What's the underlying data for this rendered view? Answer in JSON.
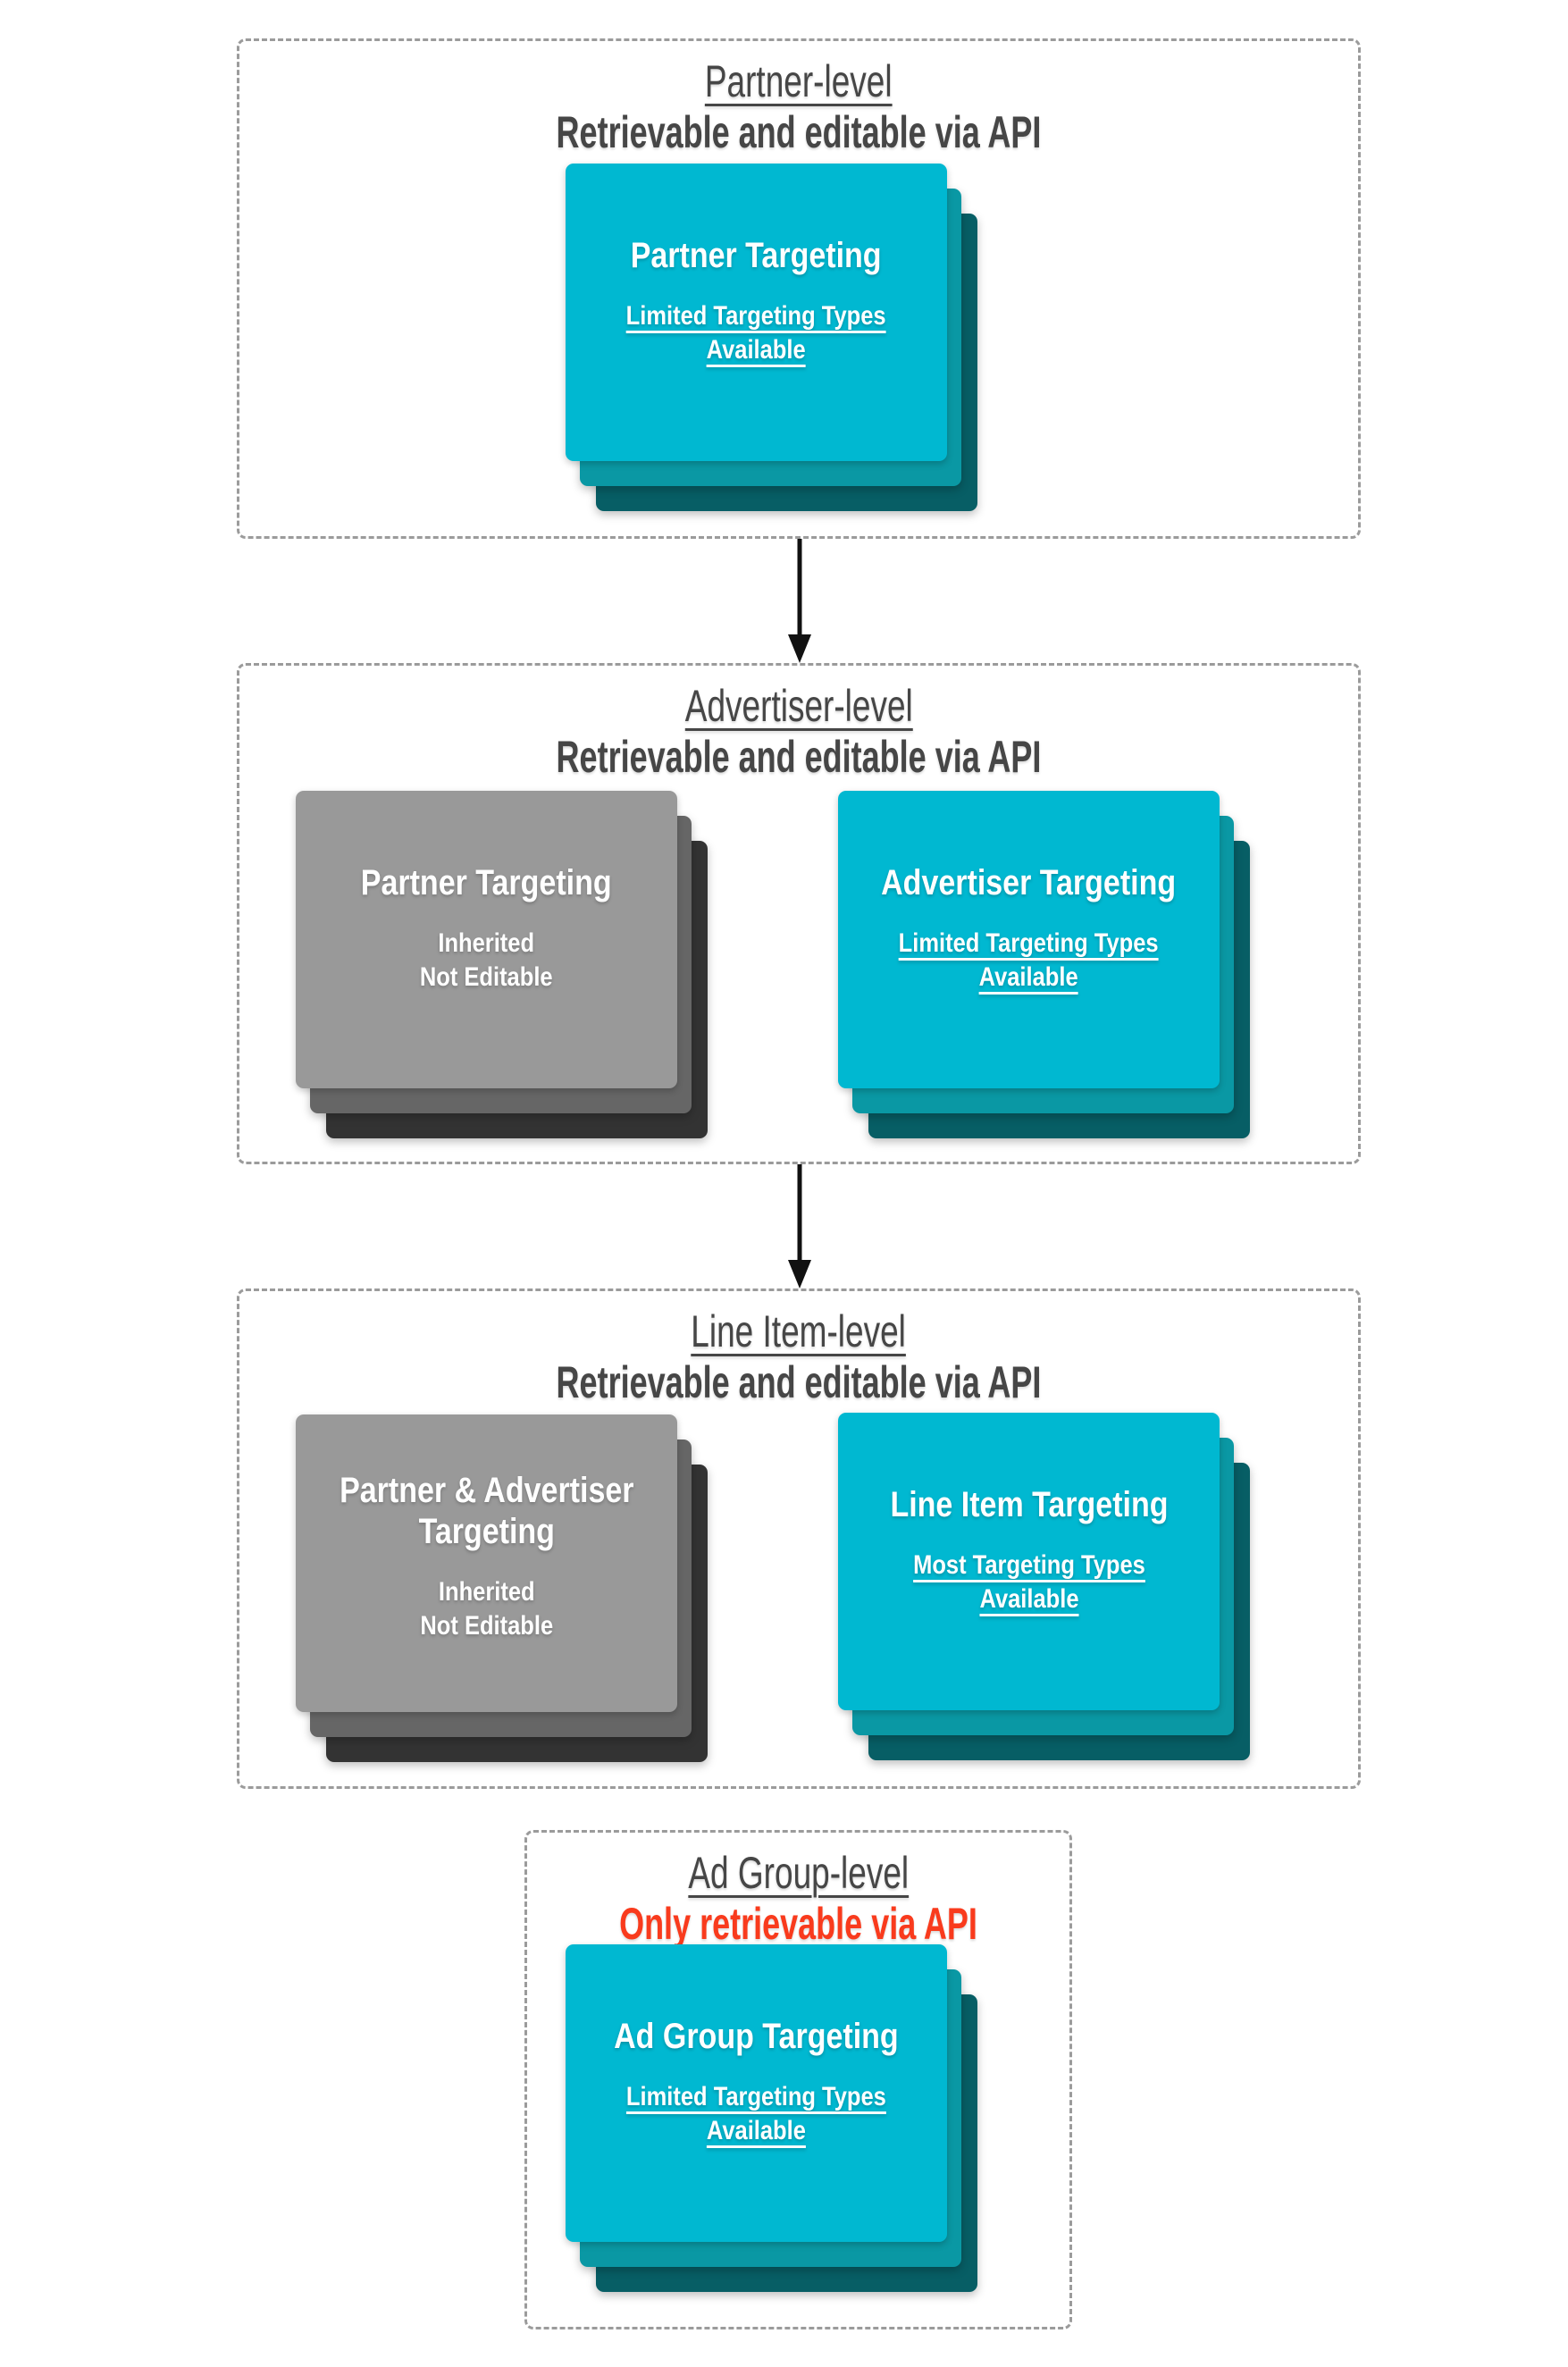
{
  "diagram": {
    "sections": [
      {
        "id": "partner-level",
        "title": "Partner-level",
        "subtitle": "Retrievable and editable via API",
        "cards": [
          {
            "style": "teal",
            "title": "Partner Targeting",
            "body": "Limited Targeting Types\nAvailable",
            "body_underlined": true
          }
        ]
      },
      {
        "id": "advertiser-level",
        "title": "Advertiser-level",
        "subtitle": "Retrievable and editable via API",
        "cards": [
          {
            "style": "gray",
            "title": "Partner Targeting",
            "body": "Inherited\nNot Editable",
            "body_underlined": false
          },
          {
            "style": "teal",
            "title": "Advertiser Targeting",
            "body": "Limited Targeting Types\nAvailable",
            "body_underlined": true
          }
        ]
      },
      {
        "id": "line-item-level",
        "title": "Line Item-level",
        "subtitle": "Retrievable and editable via API",
        "cards": [
          {
            "style": "gray",
            "title": "Partner & Advertiser\nTargeting",
            "body": "Inherited\nNot Editable",
            "body_underlined": false
          },
          {
            "style": "teal",
            "title": "Line Item Targeting",
            "body": "Most Targeting Types\nAvailable",
            "body_underlined": true
          }
        ]
      },
      {
        "id": "ad-group-level",
        "title": "Ad Group-level",
        "subtitle": "Only retrievable via API",
        "subtitle_color": "#f93b1d",
        "cards": [
          {
            "style": "teal",
            "title": "Ad Group Targeting",
            "body": "Limited Targeting Types\nAvailable",
            "body_underlined": true
          }
        ]
      }
    ],
    "colors": {
      "teal_front": "#00b8d1",
      "teal_mid": "#0a98a4",
      "teal_back": "#075e65",
      "gray_front": "#999999",
      "gray_mid": "#666666",
      "gray_back": "#333333",
      "heading": "#464646",
      "red": "#f93b1d",
      "border": "#9b9b9b",
      "arrow": "#111111"
    }
  }
}
